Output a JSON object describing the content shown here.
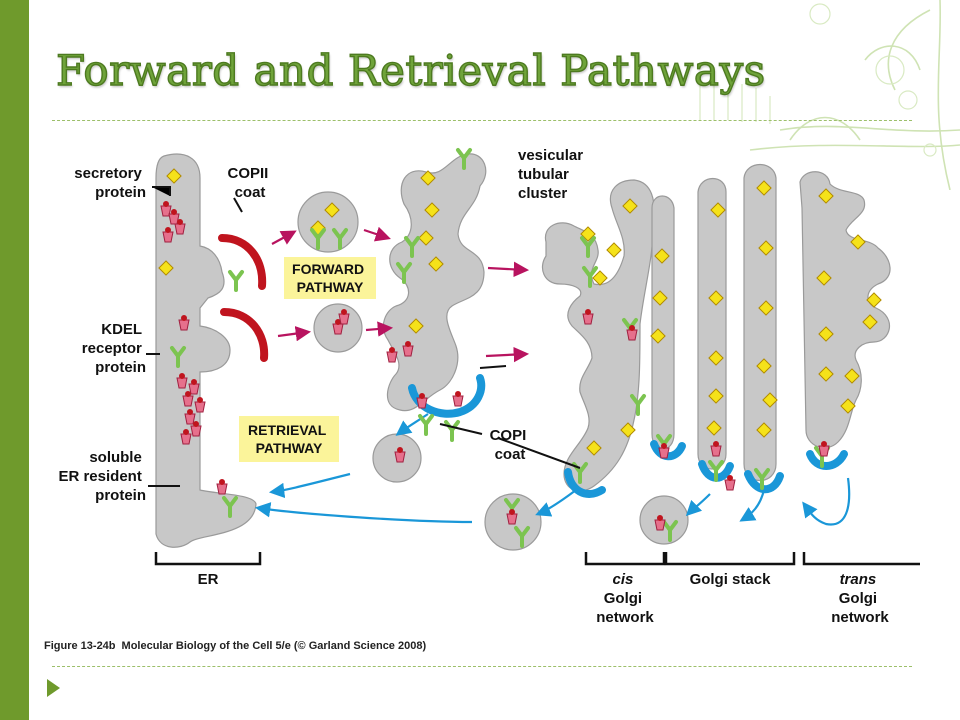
{
  "slide": {
    "title": "Forward and Retrieval Pathways",
    "caption_label": "Figure 13-24b",
    "caption_text": "Molecular Biology of the Cell 5/e (© Garland Science 2008)"
  },
  "colors": {
    "accent_green": "#6f9a2c",
    "membrane_gray": "#c8c8c8",
    "copii_red": "#c0141e",
    "copi_blue": "#1a97d8",
    "receptor_green": "#7cc450",
    "cargo_yellow": "#f5e21a",
    "resident_pink": "#e6708c",
    "forward_arrow": "#b8135f",
    "retrieval_arrow": "#1a97d8",
    "highlight_box": "#fbf49a"
  },
  "diagram": {
    "labels": {
      "secretory_protein": [
        "secretory",
        "protein"
      ],
      "copii_coat": [
        "COPII",
        "coat"
      ],
      "kdel_receptor": [
        "KDEL",
        "receptor",
        "protein"
      ],
      "soluble_er_resident": [
        "soluble",
        "ER resident",
        "protein"
      ],
      "vesicular_tubular_cluster": [
        "vesicular",
        "tubular",
        "cluster"
      ],
      "copi_coat": [
        "COPI",
        "coat"
      ],
      "forward_pathway": [
        "FORWARD",
        "PATHWAY"
      ],
      "retrieval_pathway": [
        "RETRIEVAL",
        "PATHWAY"
      ]
    },
    "brackets": {
      "er": [
        "ER"
      ],
      "cis_golgi": [
        "cis",
        "Golgi",
        "network"
      ],
      "golgi_stack": [
        "Golgi stack"
      ],
      "trans_golgi": [
        "trans",
        "Golgi",
        "network"
      ]
    },
    "icons": {
      "cargo": "yellow-diamond-cargo-icon",
      "resident": "pink-resident-protein-icon",
      "receptor": "green-kdel-receptor-icon"
    }
  }
}
